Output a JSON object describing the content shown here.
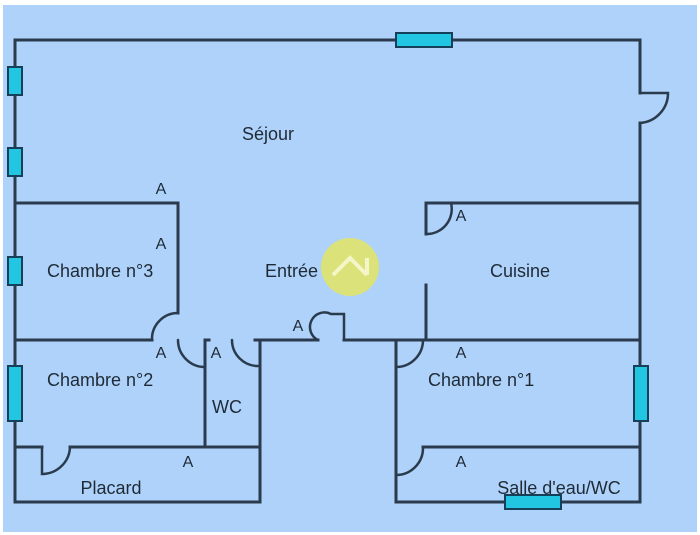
{
  "colors": {
    "background": "#aed2f9",
    "wall": "#2b3b4e",
    "window": "#22c6e3",
    "logo": "#dfe36a"
  },
  "rooms": {
    "sejour": "Séjour",
    "chambre3": "Chambre n°3",
    "entree": "Entrée",
    "cuisine": "Cuisine",
    "chambre2": "Chambre n°2",
    "wc": "WC",
    "chambre1": "Chambre n°1",
    "placard": "Placard",
    "salle_eau": "Salle d'eau/WC"
  },
  "door_marker": "A",
  "logo": {
    "icon": "house-logo-icon"
  }
}
